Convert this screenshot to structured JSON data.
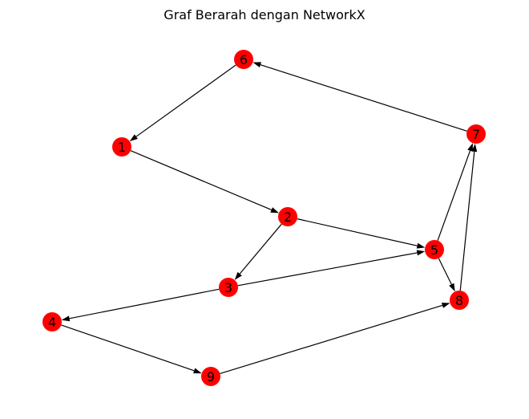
{
  "title": "Graf Berarah dengan NetworkX",
  "node_color": "#ff0000",
  "edge_color": "#000000",
  "nodes": [
    {
      "id": "1",
      "label": "1"
    },
    {
      "id": "2",
      "label": "2"
    },
    {
      "id": "3",
      "label": "3"
    },
    {
      "id": "4",
      "label": "4"
    },
    {
      "id": "5",
      "label": "5"
    },
    {
      "id": "6",
      "label": "6"
    },
    {
      "id": "7",
      "label": "7"
    },
    {
      "id": "8",
      "label": "8"
    },
    {
      "id": "9",
      "label": "9"
    }
  ],
  "edges": [
    {
      "from": "1",
      "to": "2"
    },
    {
      "from": "2",
      "to": "3"
    },
    {
      "from": "2",
      "to": "5"
    },
    {
      "from": "3",
      "to": "4"
    },
    {
      "from": "3",
      "to": "5"
    },
    {
      "from": "4",
      "to": "9"
    },
    {
      "from": "9",
      "to": "8"
    },
    {
      "from": "5",
      "to": "7"
    },
    {
      "from": "5",
      "to": "8"
    },
    {
      "from": "8",
      "to": "7"
    },
    {
      "from": "7",
      "to": "6"
    },
    {
      "from": "6",
      "to": "1"
    }
  ]
}
